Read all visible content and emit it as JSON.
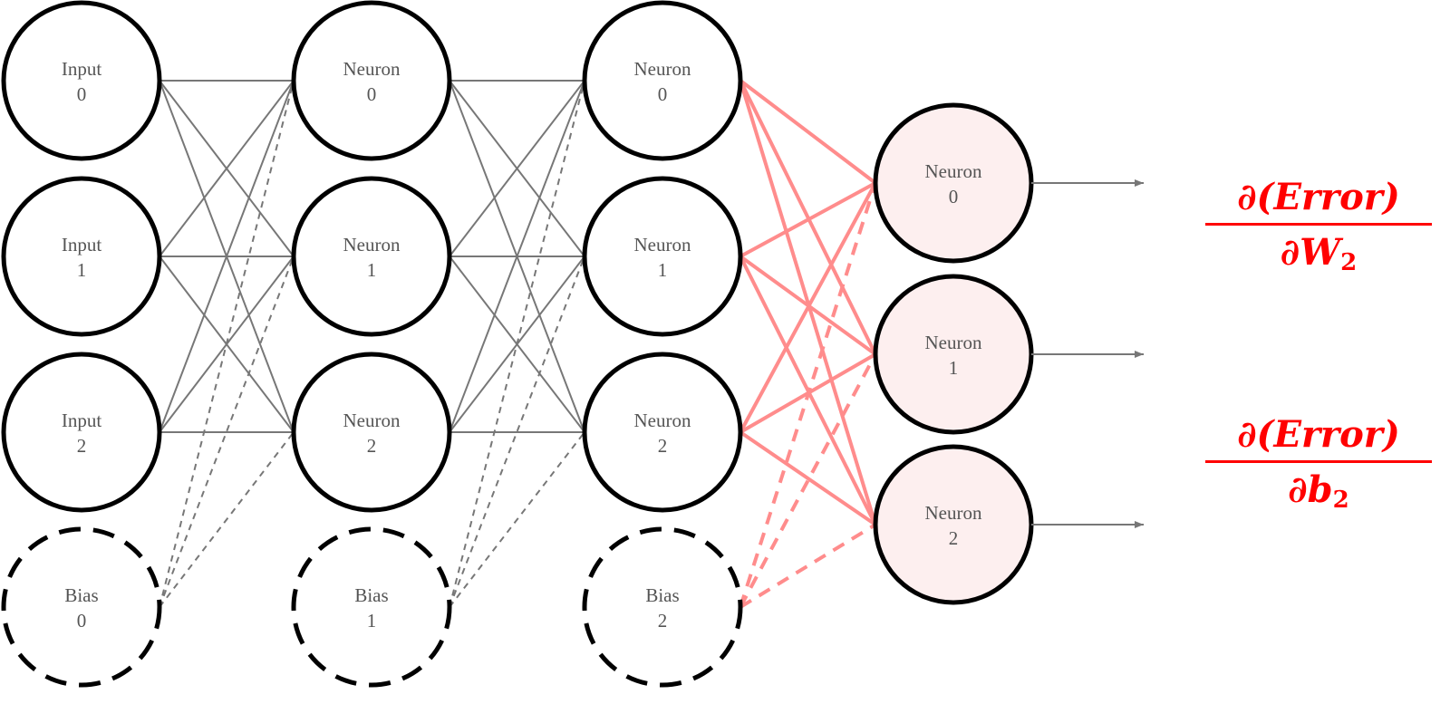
{
  "layers": [
    {
      "id": "input",
      "nodes": [
        {
          "kind": "neuron",
          "name": "Input",
          "index": "0"
        },
        {
          "kind": "neuron",
          "name": "Input",
          "index": "1"
        },
        {
          "kind": "neuron",
          "name": "Input",
          "index": "2"
        },
        {
          "kind": "bias",
          "name": "Bias",
          "index": "0"
        }
      ]
    },
    {
      "id": "hidden1",
      "nodes": [
        {
          "kind": "neuron",
          "name": "Neuron",
          "index": "0"
        },
        {
          "kind": "neuron",
          "name": "Neuron",
          "index": "1"
        },
        {
          "kind": "neuron",
          "name": "Neuron",
          "index": "2"
        },
        {
          "kind": "bias",
          "name": "Bias",
          "index": "1"
        }
      ]
    },
    {
      "id": "hidden2",
      "nodes": [
        {
          "kind": "neuron",
          "name": "Neuron",
          "index": "0"
        },
        {
          "kind": "neuron",
          "name": "Neuron",
          "index": "1"
        },
        {
          "kind": "neuron",
          "name": "Neuron",
          "index": "2"
        },
        {
          "kind": "bias",
          "name": "Bias",
          "index": "2"
        }
      ]
    },
    {
      "id": "output",
      "highlighted": true,
      "nodes": [
        {
          "kind": "neuron",
          "name": "Neuron",
          "index": "0"
        },
        {
          "kind": "neuron",
          "name": "Neuron",
          "index": "1"
        },
        {
          "kind": "neuron",
          "name": "Neuron",
          "index": "2"
        }
      ]
    }
  ],
  "connections": [
    {
      "from": "input",
      "to": "hidden1",
      "highlighted": false
    },
    {
      "from": "hidden1",
      "to": "hidden2",
      "highlighted": false
    },
    {
      "from": "hidden2",
      "to": "output",
      "highlighted": true
    }
  ],
  "formulas": {
    "weights": {
      "numerator": "∂(Error)",
      "denominator_symbol": "∂W",
      "denominator_subscript": "2"
    },
    "bias": {
      "numerator": "∂(Error)",
      "denominator_symbol": "∂b",
      "denominator_subscript": "2"
    }
  },
  "colors": {
    "edge": "#777777",
    "highlight_edge": "#ff8c8c",
    "highlight_fill": "#fdefef",
    "node_stroke": "#000000",
    "formula": "#ff0000"
  }
}
